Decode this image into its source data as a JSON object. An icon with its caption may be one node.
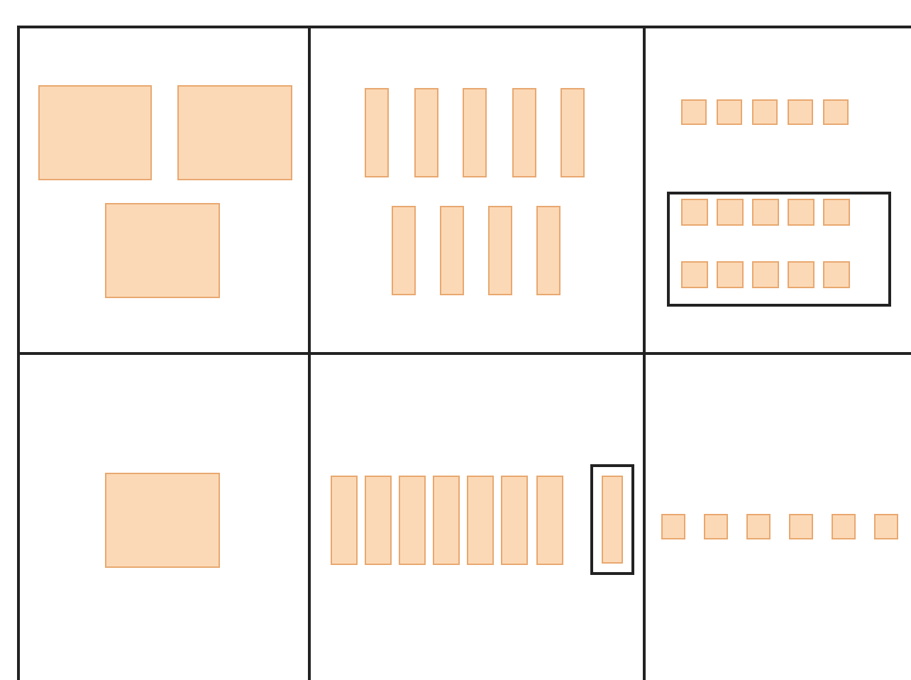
{
  "diagram": {
    "nodes": [
      {
        "text": [],
        "shape": "box"
      },
      {
        "text": [],
        "shape": "box",
        "in": 0
      },
      {
        "text": [],
        "shape": "box",
        "in": 0
      },
      {
        "text": [],
        "shape": "box",
        "in": 0
      },
      {
        "text": [],
        "shape": "box"
      },
      {
        "text": [],
        "shape": "box",
        "in": 4
      },
      {
        "text": [],
        "shape": "box",
        "in": 4
      },
      {
        "text": [],
        "shape": "box",
        "in": 4
      },
      {
        "text": [],
        "shape": "box",
        "in": 4
      },
      {
        "text": [],
        "shape": "box",
        "in": 4
      },
      {
        "text": [],
        "shape": "box",
        "in": 4
      },
      {
        "text": [],
        "shape": "box",
        "in": 4
      },
      {
        "text": [],
        "shape": "box",
        "in": 4
      },
      {
        "text": [],
        "shape": "box",
        "in": 4
      },
      {
        "text": [],
        "shape": "box"
      },
      {
        "text": [],
        "shape": "box",
        "in": 14
      },
      {
        "text": [],
        "shape": "box",
        "in": 14
      },
      {
        "text": [],
        "shape": "box",
        "in": 14
      },
      {
        "text": [],
        "shape": "box",
        "in": 14
      },
      {
        "text": [],
        "shape": "box",
        "in": 14
      },
      {
        "text": [],
        "shape": "box",
        "in": 14
      },
      {
        "text": [],
        "shape": "box",
        "in": 20
      },
      {
        "text": [],
        "shape": "box",
        "in": 20
      },
      {
        "text": [],
        "shape": "box",
        "in": 20
      },
      {
        "text": [],
        "shape": "box",
        "in": 20
      },
      {
        "text": [],
        "shape": "box",
        "in": 20
      },
      {
        "text": [],
        "shape": "box",
        "in": 20
      },
      {
        "text": [],
        "shape": "box",
        "in": 20
      },
      {
        "text": [],
        "shape": "box",
        "in": 20
      },
      {
        "text": [],
        "shape": "box",
        "in": 20
      },
      {
        "text": [],
        "shape": "box",
        "in": 20
      },
      {
        "text": [],
        "shape": "box"
      },
      {
        "text": [],
        "shape": "box",
        "in": 31
      },
      {
        "text": [],
        "shape": "box"
      },
      {
        "text": [],
        "shape": "box",
        "in": 33
      },
      {
        "text": [],
        "shape": "box",
        "in": 33
      },
      {
        "text": [],
        "shape": "box",
        "in": 33
      },
      {
        "text": [],
        "shape": "box",
        "in": 33
      },
      {
        "text": [],
        "shape": "box",
        "in": 33
      },
      {
        "text": [],
        "shape": "box",
        "in": 33
      },
      {
        "text": [],
        "shape": "box",
        "in": 33
      },
      {
        "text": [],
        "shape": "box",
        "in": 33
      },
      {
        "text": [],
        "shape": "box",
        "in": 41
      },
      {
        "text": [],
        "shape": "box"
      },
      {
        "text": [],
        "shape": "box",
        "in": 43
      },
      {
        "text": [],
        "shape": "box",
        "in": 43
      },
      {
        "text": [],
        "shape": "box",
        "in": 43
      },
      {
        "text": [],
        "shape": "box",
        "in": 43
      },
      {
        "text": [],
        "shape": "box",
        "in": 43
      },
      {
        "text": [],
        "shape": "box",
        "in": 43
      }
    ]
  }
}
